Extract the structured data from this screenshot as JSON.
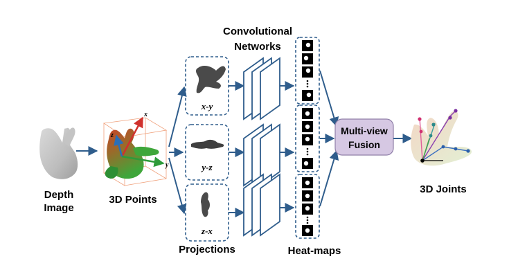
{
  "labels": {
    "depth_image_line1": "Depth",
    "depth_image_line2": "Image",
    "points_3d": "3D Points",
    "conv_line1": "Convolutional",
    "conv_line2": "Networks",
    "projections": "Projections",
    "heatmaps": "Heat-maps",
    "fusion_line1": "Multi-view",
    "fusion_line2": "Fusion",
    "joints_3d": "3D Joints"
  },
  "projection_views": [
    {
      "label": "x-y"
    },
    {
      "label": "y-z"
    },
    {
      "label": "z-x"
    }
  ],
  "axes": {
    "x": "x",
    "y": "y",
    "z": "z"
  },
  "colors": {
    "arrow": "#2f5d8c",
    "dashed_border": "#2f5d8c",
    "fusion_fill": "#d6c8e3",
    "fusion_stroke": "#8f7fa8"
  }
}
